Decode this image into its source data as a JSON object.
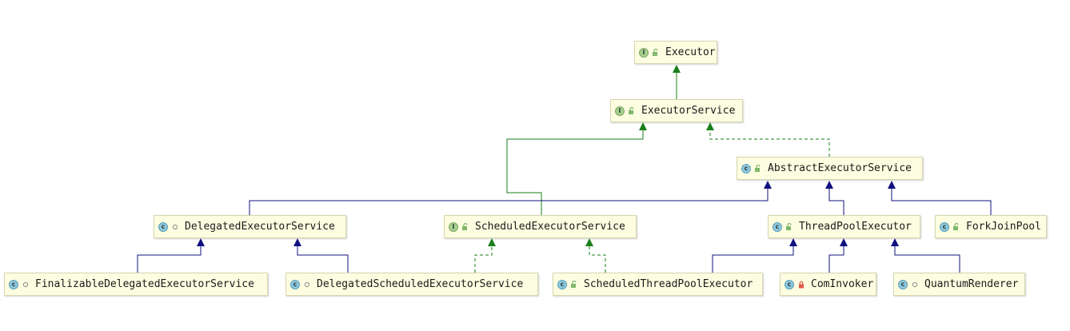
{
  "diagram": {
    "nodes": [
      {
        "id": "executor",
        "label": "Executor",
        "kind": "interface",
        "kind_letter": "I",
        "visibility": "public-icon"
      },
      {
        "id": "executorservice",
        "label": "ExecutorService",
        "kind": "interface",
        "kind_letter": "I",
        "visibility": "public-icon"
      },
      {
        "id": "abstractexecutorservice",
        "label": "AbstractExecutorService",
        "kind": "abstract",
        "kind_letter": "c",
        "visibility": "public-icon"
      },
      {
        "id": "delegatedexecutorservice",
        "label": "DelegatedExecutorService",
        "kind": "class",
        "kind_letter": "c",
        "visibility": "package-icon"
      },
      {
        "id": "scheduledexecutorservice",
        "label": "ScheduledExecutorService",
        "kind": "interface",
        "kind_letter": "I",
        "visibility": "public-icon"
      },
      {
        "id": "threadpoolexecutor",
        "label": "ThreadPoolExecutor",
        "kind": "class",
        "kind_letter": "c",
        "visibility": "public-icon"
      },
      {
        "id": "forkjoinpool",
        "label": "ForkJoinPool",
        "kind": "class",
        "kind_letter": "c",
        "visibility": "public-icon"
      },
      {
        "id": "finalizabledelegatedexecutorservice",
        "label": "FinalizableDelegatedExecutorService",
        "kind": "class",
        "kind_letter": "c",
        "visibility": "package-icon"
      },
      {
        "id": "delegatedscheduledexecutorservice",
        "label": "DelegatedScheduledExecutorService",
        "kind": "class",
        "kind_letter": "c",
        "visibility": "package-icon"
      },
      {
        "id": "scheduledthreadpoolexecutor",
        "label": "ScheduledThreadPoolExecutor",
        "kind": "class",
        "kind_letter": "c",
        "visibility": "public-icon"
      },
      {
        "id": "cominvoker",
        "label": "ComInvoker",
        "kind": "class",
        "kind_letter": "c",
        "visibility": "private-icon"
      },
      {
        "id": "quantumrenderer",
        "label": "QuantumRenderer",
        "kind": "class",
        "kind_letter": "c",
        "visibility": "package-icon"
      }
    ],
    "edges": [
      {
        "from": "executorservice",
        "to": "executor",
        "type": "extends-interface"
      },
      {
        "from": "abstractexecutorservice",
        "to": "executorservice",
        "type": "implements"
      },
      {
        "from": "scheduledexecutorservice",
        "to": "executorservice",
        "type": "extends-interface"
      },
      {
        "from": "delegatedexecutorservice",
        "to": "abstractexecutorservice",
        "type": "extends-class"
      },
      {
        "from": "threadpoolexecutor",
        "to": "abstractexecutorservice",
        "type": "extends-class"
      },
      {
        "from": "forkjoinpool",
        "to": "abstractexecutorservice",
        "type": "extends-class"
      },
      {
        "from": "finalizabledelegatedexecutorservice",
        "to": "delegatedexecutorservice",
        "type": "extends-class"
      },
      {
        "from": "delegatedscheduledexecutorservice",
        "to": "delegatedexecutorservice",
        "type": "extends-class"
      },
      {
        "from": "delegatedscheduledexecutorservice",
        "to": "scheduledexecutorservice",
        "type": "implements"
      },
      {
        "from": "scheduledthreadpoolexecutor",
        "to": "scheduledexecutorservice",
        "type": "implements"
      },
      {
        "from": "scheduledthreadpoolexecutor",
        "to": "threadpoolexecutor",
        "type": "extends-class"
      },
      {
        "from": "cominvoker",
        "to": "threadpoolexecutor",
        "type": "extends-class"
      },
      {
        "from": "quantumrenderer",
        "to": "threadpoolexecutor",
        "type": "extends-class"
      }
    ],
    "colors": {
      "interface_edge": "#1a7f1a",
      "class_edge": "#101080",
      "node_fill": "#fdfde1",
      "node_border": "#d6d6b0"
    }
  }
}
